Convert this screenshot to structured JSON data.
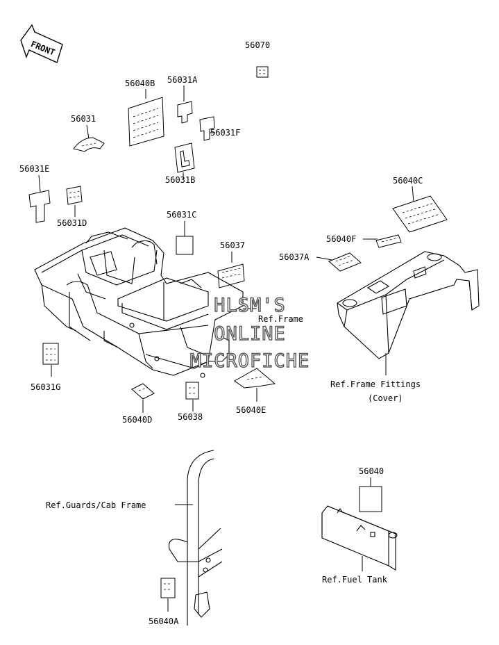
{
  "front_arrow": "FRONT",
  "part_numbers": {
    "p56070": "56070",
    "p56040B": "56040B",
    "p56031A": "56031A",
    "p56031": "56031",
    "p56031F": "56031F",
    "p56031E": "56031E",
    "p56031B": "56031B",
    "p56031D": "56031D",
    "p56031C": "56031C",
    "p56040C": "56040C",
    "p56040F": "56040F",
    "p56037": "56037",
    "p56037A": "56037A",
    "p56031G": "56031G",
    "p56040D": "56040D",
    "p56038": "56038",
    "p56040E": "56040E",
    "p56040": "56040",
    "p56040A": "56040A"
  },
  "references": {
    "frame": "Ref.Frame",
    "frame_fittings_1": "Ref.Frame Fittings",
    "frame_fittings_2": "(Cover)",
    "guards": "Ref.Guards/Cab Frame",
    "fuel_tank": "Ref.Fuel Tank"
  },
  "watermark": {
    "line1": "HLSM'S",
    "line2": "ONLINE",
    "line3": "MICROFICHE"
  }
}
